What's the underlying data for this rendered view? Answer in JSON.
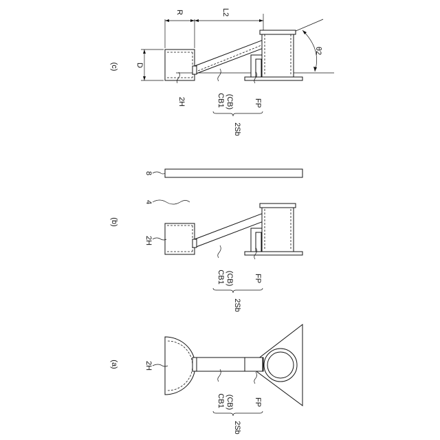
{
  "panels": {
    "a": {
      "label": "(a)",
      "head": "2H",
      "boom": "CB1",
      "boom_alt": "(CB)",
      "base": "FP",
      "assembly": "2Sb"
    },
    "b": {
      "label": "(b)",
      "head": "2H",
      "boom": "CB1",
      "boom_alt": "(CB)",
      "base": "FP",
      "assembly": "2Sb",
      "floor": "8",
      "ceiling": "4"
    },
    "c": {
      "label": "(c)",
      "head": "2H",
      "boom": "CB1",
      "boom_alt": "(CB)",
      "base": "FP",
      "assembly": "2Sb",
      "dim_r": "R",
      "dim_l2": "L2",
      "dim_d": "D",
      "angle": "θ2"
    }
  }
}
